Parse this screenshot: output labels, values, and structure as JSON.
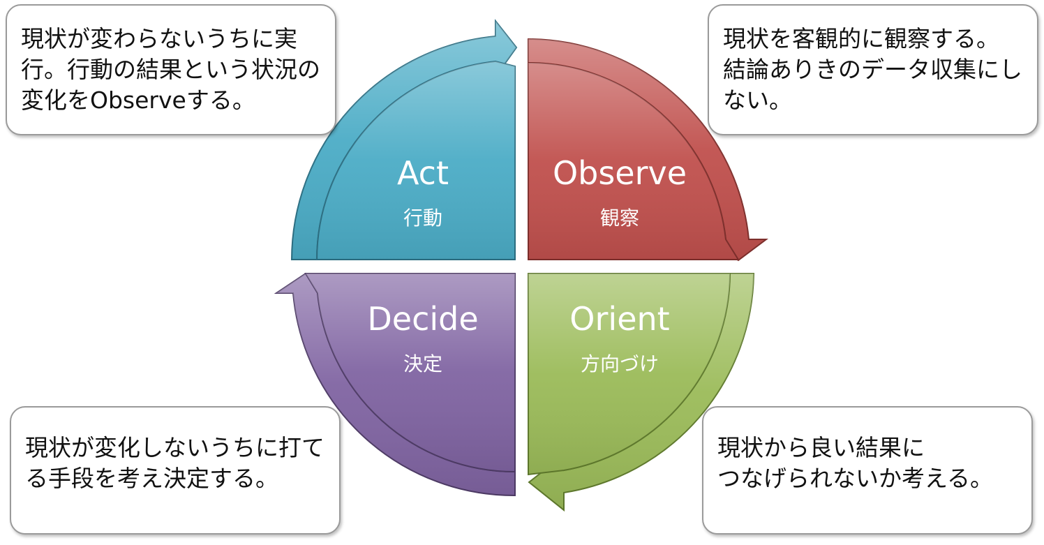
{
  "quadrants": {
    "act": {
      "title": "Act",
      "subtitle": "行動",
      "color": "#4BACC6"
    },
    "observe": {
      "title": "Observe",
      "subtitle": "観察",
      "color": "#C0504D"
    },
    "orient": {
      "title": "Orient",
      "subtitle": "方向づけ",
      "color": "#9BBB59"
    },
    "decide": {
      "title": "Decide",
      "subtitle": "決定",
      "color": "#8064A2"
    }
  },
  "notes": {
    "act": "現状が変わらないうちに実行。行動の結果という状況の変化をObserveする。",
    "observe": "現状を客観的に観察する。\n結論ありきのデータ収集にしない。",
    "decide": "現状が変化しないうちに打てる手段を考え決定する。",
    "orient": "現状から良い結果に\nつなげられないか考える。"
  }
}
